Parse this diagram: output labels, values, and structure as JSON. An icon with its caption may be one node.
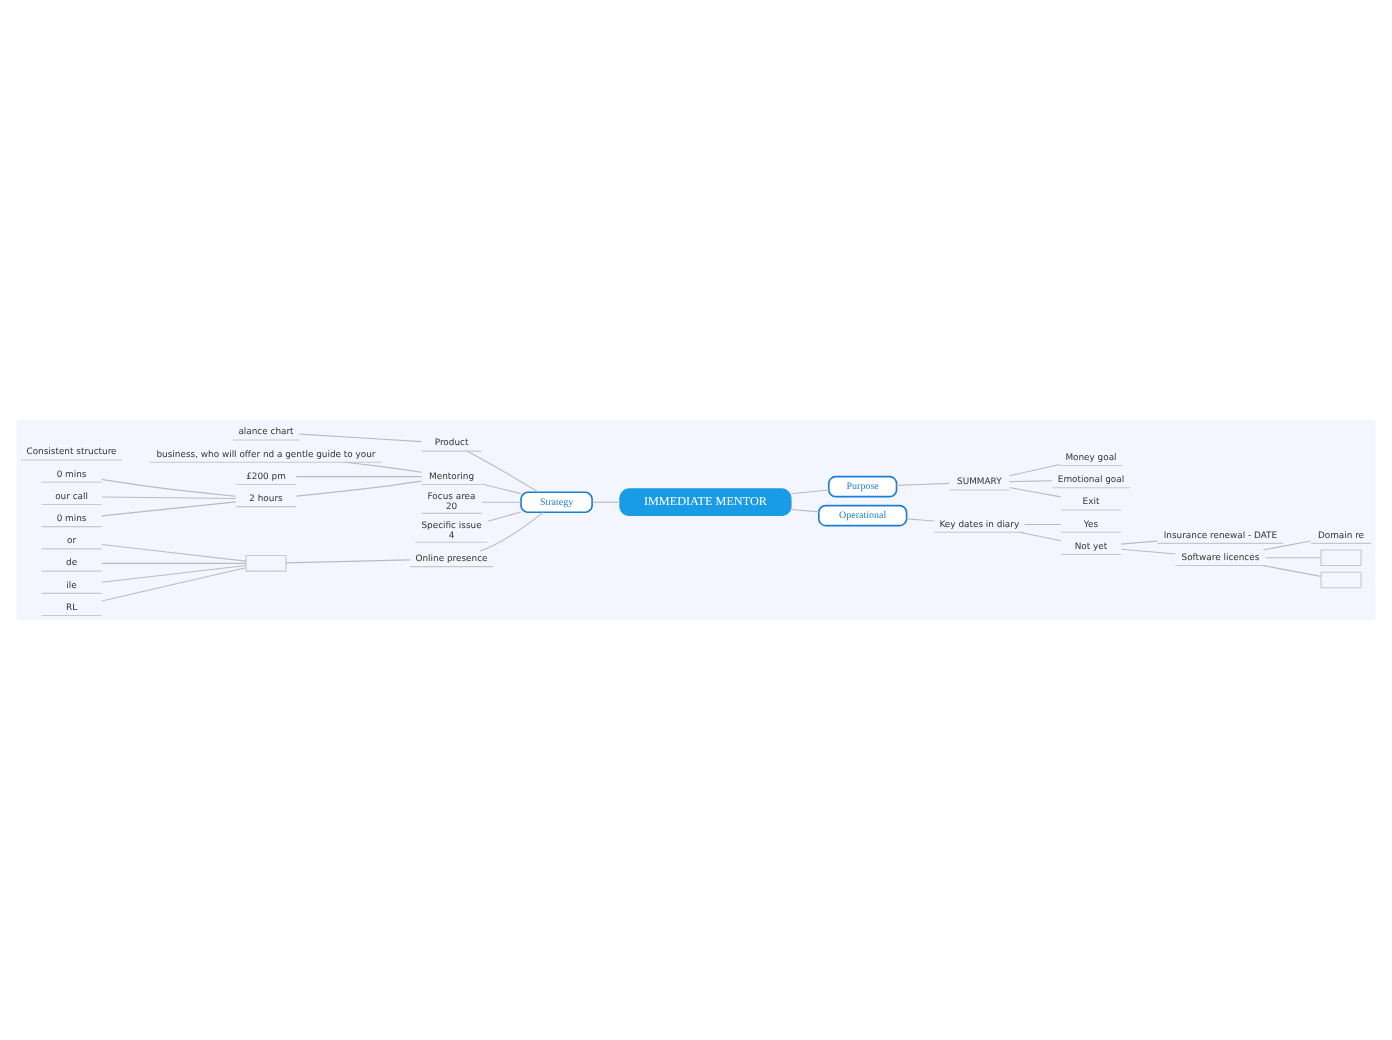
{
  "diagram": {
    "nodes": [
      {
        "text": [
          "IMMEDIATE MENTOR"
        ]
      },
      {
        "text": [
          "Purpose"
        ]
      },
      {
        "text": [
          "SUMMARY"
        ]
      },
      {
        "text": [
          "Money goal"
        ]
      },
      {
        "text": [
          "Emotional goal"
        ]
      },
      {
        "text": [
          "Exit"
        ]
      },
      {
        "text": [
          "Operational"
        ]
      },
      {
        "text": [
          "Key dates in diary"
        ]
      },
      {
        "text": [
          "Yes"
        ]
      },
      {
        "text": [
          "Not yet"
        ]
      },
      {
        "text": [
          "Insurance renewal - DATE"
        ]
      },
      {
        "text": [
          "Software licences"
        ]
      },
      {
        "text": [
          "Domain re"
        ]
      },
      {
        "text": [],
        "shape": "box"
      },
      {
        "text": [],
        "shape": "box"
      },
      {
        "text": [
          "Strategy"
        ]
      },
      {
        "text": [
          "Product"
        ]
      },
      {
        "text": [
          "alance chart"
        ]
      },
      {
        "text": [
          "Mentoring"
        ]
      },
      {
        "text": [
          "business, who will offer nd a gentle guide to your"
        ]
      },
      {
        "text": [
          "£200 pm"
        ]
      },
      {
        "text": [
          "2 hours"
        ]
      },
      {
        "text": [
          "0 mins"
        ]
      },
      {
        "text": [
          "our call"
        ]
      },
      {
        "text": [
          "0 mins"
        ]
      },
      {
        "text": [
          "Focus area",
          "20"
        ]
      },
      {
        "text": [
          "Specific issue",
          "4"
        ]
      },
      {
        "text": [
          "Online presence"
        ]
      },
      {
        "text": [],
        "shape": "box"
      },
      {
        "text": [
          "or"
        ]
      },
      {
        "text": [
          "de"
        ]
      },
      {
        "text": [
          "ile"
        ]
      },
      {
        "text": [
          "RL"
        ]
      },
      {
        "text": [
          "Consistent structure"
        ]
      }
    ],
    "edges": [
      {
        "from": 0,
        "to": 1,
        "arrow": "none"
      },
      {
        "from": 1,
        "to": 2,
        "arrow": "none"
      },
      {
        "from": 2,
        "to": 3,
        "arrow": "none"
      },
      {
        "from": 2,
        "to": 4,
        "arrow": "none"
      },
      {
        "from": 2,
        "to": 5,
        "arrow": "none"
      },
      {
        "from": 0,
        "to": 6,
        "arrow": "none"
      },
      {
        "from": 6,
        "to": 7,
        "arrow": "none"
      },
      {
        "from": 7,
        "to": 8,
        "arrow": "none"
      },
      {
        "from": 7,
        "to": 9,
        "arrow": "none"
      },
      {
        "from": 9,
        "to": 10,
        "arrow": "none"
      },
      {
        "from": 9,
        "to": 11,
        "arrow": "none"
      },
      {
        "from": 11,
        "to": 12,
        "arrow": "none"
      },
      {
        "from": 11,
        "to": 13,
        "arrow": "none"
      },
      {
        "from": 11,
        "to": 14,
        "arrow": "none"
      },
      {
        "from": 0,
        "to": 15,
        "arrow": "none"
      },
      {
        "from": 15,
        "to": 16,
        "arrow": "none"
      },
      {
        "from": 16,
        "to": 17,
        "arrow": "none"
      },
      {
        "from": 15,
        "to": 18,
        "arrow": "none"
      },
      {
        "from": 18,
        "to": 19,
        "arrow": "none"
      },
      {
        "from": 18,
        "to": 20,
        "arrow": "none"
      },
      {
        "from": 18,
        "to": 21,
        "arrow": "none"
      },
      {
        "from": 21,
        "to": 22,
        "arrow": "none"
      },
      {
        "from": 21,
        "to": 23,
        "arrow": "none"
      },
      {
        "from": 21,
        "to": 24,
        "arrow": "none"
      },
      {
        "from": 15,
        "to": 25,
        "arrow": "none"
      },
      {
        "from": 15,
        "to": 26,
        "arrow": "none"
      },
      {
        "from": 15,
        "to": 27,
        "arrow": "none"
      },
      {
        "from": 27,
        "to": 28,
        "arrow": "none"
      },
      {
        "from": 28,
        "to": 29,
        "arrow": "none"
      },
      {
        "from": 28,
        "to": 30,
        "arrow": "none"
      },
      {
        "from": 28,
        "to": 31,
        "arrow": "none"
      },
      {
        "from": 28,
        "to": 32,
        "arrow": "none"
      }
    ]
  }
}
